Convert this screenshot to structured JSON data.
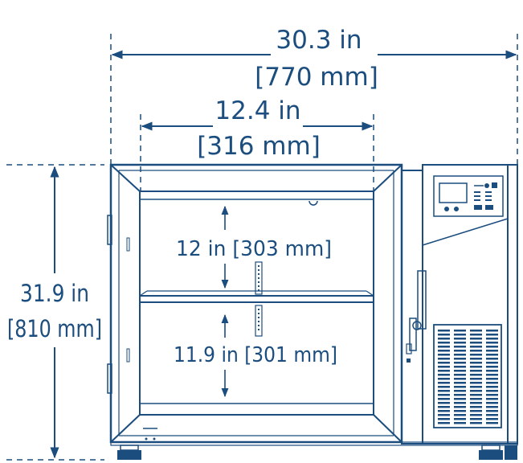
{
  "dimensions": {
    "overall_width": {
      "imperial": "30.3 in",
      "metric": "[770 mm]"
    },
    "interior_width": {
      "imperial": "12.4 in",
      "metric": "[316 mm]"
    },
    "overall_height": {
      "imperial": "31.9 in",
      "metric": "[810 mm]"
    },
    "upper_shelf_height": "12 in [303 mm]",
    "lower_shelf_height": "11.9 in [301 mm]"
  },
  "colors": {
    "line": "#1b4d7e",
    "background": "#ffffff"
  },
  "icons": [
    "freezer-unit",
    "control-panel-display",
    "ventilation-grille",
    "leveling-foot"
  ]
}
